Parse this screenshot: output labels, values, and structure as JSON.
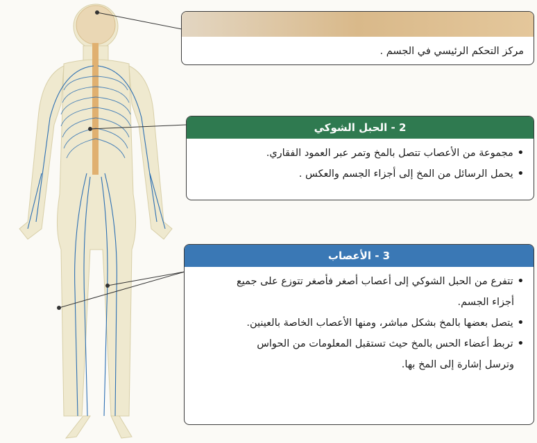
{
  "colors": {
    "head1": "#d9b98a",
    "head2": "#2f7a50",
    "head3": "#3a78b5",
    "nerves": "#2c6fb3",
    "spine": "#e0b070"
  },
  "box1": {
    "body_line": "مركز التحكم الرئيسي في الجسم ."
  },
  "box2": {
    "title": "2 - الحبل الشوكي",
    "bullets": [
      "مجموعة من الأعصاب تتصل بالمخ وتمر عبر العمود الفقاري.",
      "يحمل الرسائل من المخ إلى أجزاء الجسم والعكس ."
    ]
  },
  "box3": {
    "title": "3 - الأعصاب",
    "bullet1_line1": "تتفرع من الحبل الشوكي إلى أعصاب أصغر فأصغر تتوزع على جميع",
    "bullet1_line2": "أجزاء الجسم.",
    "bullet2": "يتصل بعضها بالمخ بشكل مباشر، ومنها الأعصاب الخاصة بالعينين.",
    "bullet3_line1": "تربط أعضاء الحس بالمخ حيث تستقبل المعلومات من الحواس",
    "bullet3_line2": "وترسل إشارة إلى المخ بها."
  }
}
